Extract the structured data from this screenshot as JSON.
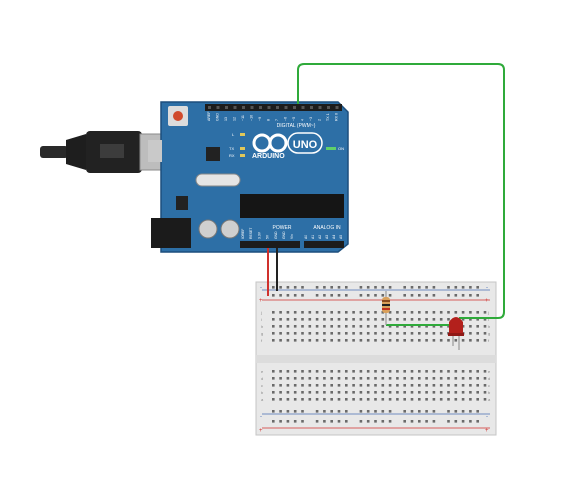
{
  "board": {
    "brand": "ARDUINO",
    "model": "UNO",
    "digital_header": "DIGITAL (PWM~)",
    "power_header": "POWER",
    "analog_header": "ANALOG IN",
    "on_label": "ON",
    "led_l": "L",
    "led_tx": "TX",
    "led_rx": "RX",
    "digital_pins": [
      "AREF",
      "GND",
      "13",
      "12",
      "~11",
      "~10",
      "~9",
      "8",
      "7",
      "~6",
      "~5",
      "4",
      "~3",
      "2",
      "TX 1",
      "RX 0"
    ],
    "power_pins": [
      "IOREF",
      "RESET",
      "3.3V",
      "5V",
      "GND",
      "GND",
      "Vin"
    ],
    "analog_pins": [
      "A0",
      "A1",
      "A2",
      "A3",
      "A4",
      "A5"
    ]
  },
  "breadboard": {
    "columns": 30,
    "rows_top": [
      "a",
      "b",
      "c",
      "d",
      "e"
    ],
    "rows_bottom": [
      "f",
      "g",
      "h",
      "i",
      "j"
    ],
    "rail_plus": "+",
    "rail_minus": "-"
  },
  "colors": {
    "board": "#2d6fa6",
    "wire_green": "#2faa3a",
    "wire_red": "#d0312d",
    "wire_black": "#222222",
    "led": "#b3201c",
    "resistor": "#d9a05b"
  }
}
